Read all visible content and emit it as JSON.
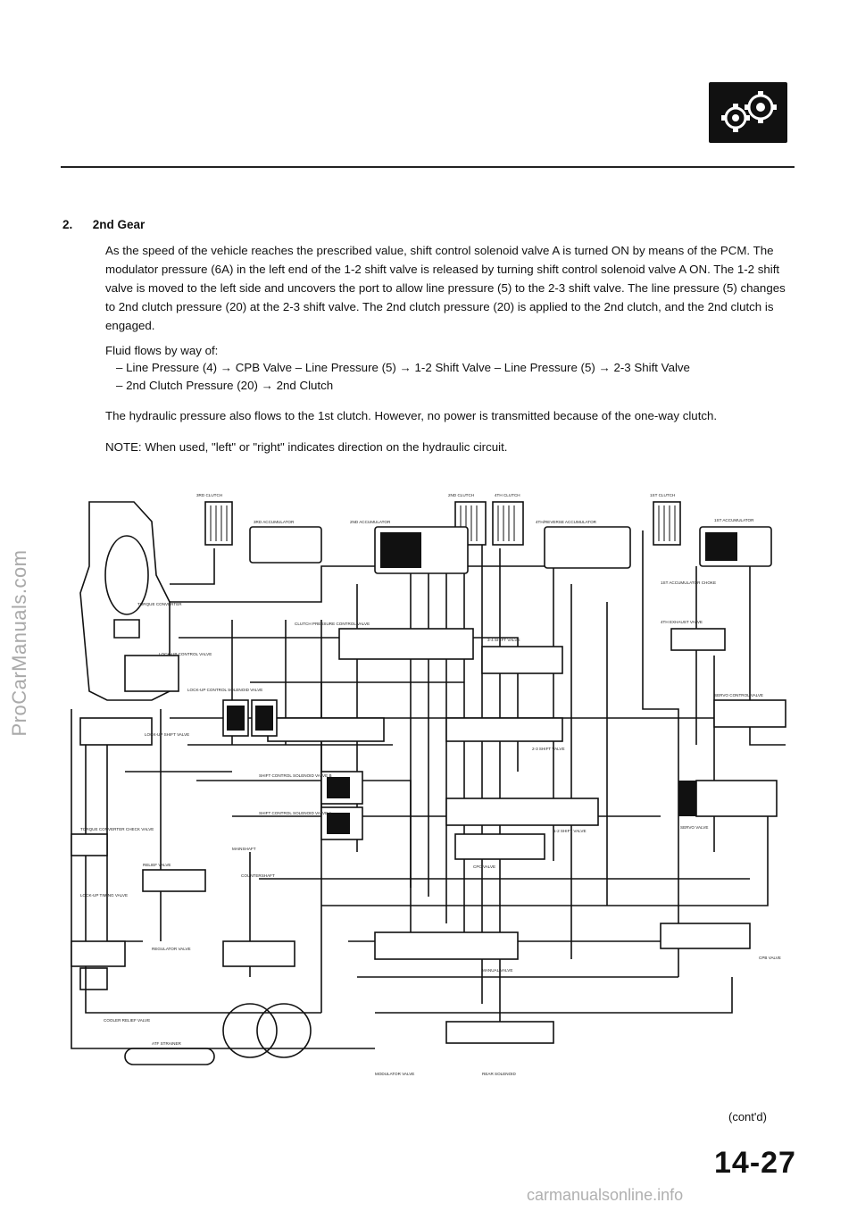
{
  "watermark_side": "ProCarManuals.com",
  "watermark_footer": "carmanualsonline.info",
  "section": {
    "heading_number": "2.",
    "heading_title": "2nd Gear"
  },
  "body": {
    "para1": "As the speed of the vehicle reaches the prescribed value, shift control solenoid valve A is turned ON by means of the PCM. The modulator pressure (6A) in the left end of the 1-2 shift valve is released by turning shift control solenoid valve A ON. The 1-2 shift valve is moved to the left side and uncovers the port to allow line pressure (5) to the 2-3 shift valve. The line pressure (5) changes to 2nd clutch pressure (20) at the 2-3 shift valve. The 2nd clutch pressure (20) is applied to the 2nd clutch, and the 2nd clutch is engaged.",
    "flow_intro": "Fluid flows by way of:",
    "flow1": "– Line Pressure (4) → CPB Valve – Line Pressure (5) → 1-2 Shift Valve – Line Pressure (5) → 2-3 Shift Valve",
    "flow2": "– 2nd Clutch Pressure (20) → 2nd Clutch",
    "para2": "The hydraulic pressure also flows to the 1st clutch. However, no power is transmitted because of the one-way clutch.",
    "note": "NOTE: When used, \"left\" or \"right\" indicates direction on the hydraulic circuit."
  },
  "diagram_labels": {
    "torque_converter": "TORQUE CONVERTER",
    "lockup_control_valve": "LOCK-UP CONTROL VALVE",
    "lockup_shift_valve": "LOCK-UP SHIFT VALVE",
    "lockup_control_solenoid": "LOCK-UP CONTROL SOLENOID VALVE",
    "torque_converter_check": "TORQUE CONVERTER CHECK VALVE",
    "relief_valve": "RELIEF VALVE",
    "lockup_timing_valve": "LOCK-UP TIMING VALVE",
    "regulator_valve": "REGULATOR VALVE",
    "cooler_relief_valve": "COOLER RELIEF VALVE",
    "atf_strainer": "ATF STRAINER",
    "third_clutch": "3RD CLUTCH",
    "third_accumulator": "3RD ACCUMULATOR",
    "second_accumulator": "2ND ACCUMULATOR",
    "second_clutch": "2ND CLUTCH",
    "fourth_clutch": "4TH CLUTCH",
    "fourth_reverse_accumulator": "4TH/REVERSE ACCUMULATOR",
    "first_clutch": "1ST CLUTCH",
    "first_accumulator": "1ST ACCUMULATOR",
    "first_accumulator_choke": "1ST ACCUMULATOR CHOKE",
    "clutch_pressure_control_valve": "CLUTCH PRESSURE CONTROL VALVE",
    "three_four_shift_valve": "3-4 SHIFT VALVE",
    "fourth_exhaust_valve": "4TH EXHAUST VALVE",
    "servo_control_valve": "SERVO CONTROL VALVE",
    "two_three_shift_valve": "2-3 SHIFT VALVE",
    "one_two_shift_valve": "1-2 SHIFT VALVE",
    "shift_control_solenoid_b": "SHIFT CONTROL SOLENOID VALVE B",
    "shift_control_solenoid_a": "SHIFT CONTROL SOLENOID VALVE A",
    "servo_valve": "SERVO VALVE",
    "mainshaft": "MAINSHAFT",
    "countershaft": "COUNTERSHAFT",
    "cpc_valve": "CPC VALVE",
    "cpb_valve": "CPB VALVE",
    "manual_valve": "MANUAL VALVE",
    "modulator_valve": "MODULATOR VALVE",
    "rear_solenoid": "REAR SOLENOID"
  },
  "footer": {
    "cont": "(cont'd)",
    "page_number": "14-27"
  }
}
